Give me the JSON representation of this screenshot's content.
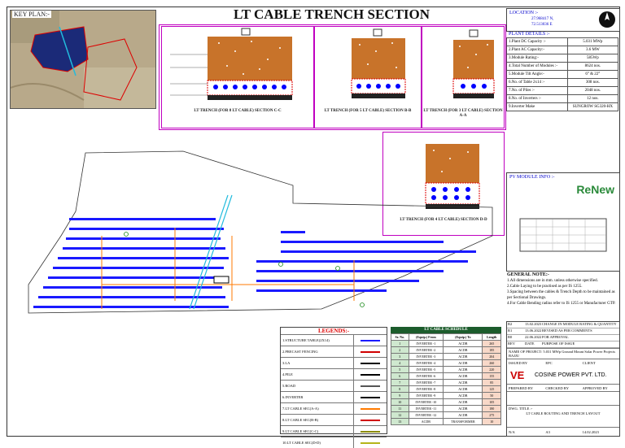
{
  "key_plan": {
    "title": "KEY PLAN:-"
  },
  "title": "LT CABLE TRENCH SECTION",
  "sections": [
    {
      "label": "LT TRENCH (FOR 8 LT CABLE) SECTION C-C"
    },
    {
      "label": "LT TRENCH (FOR 5 LT CABLE) SECTION B-B"
    },
    {
      "label": "LT TRENCH (FOR 3 LT CABLE) SECTION A-A"
    },
    {
      "label": "LT TRENCH (FOR 4 LT CABLE) SECTION D-D"
    }
  ],
  "location": {
    "label": "LOCATION :-",
    "lat": "27.968417 N,",
    "lon": "72.513036 E"
  },
  "plant_details": {
    "title": "PLANT DETAILS :-",
    "rows": [
      {
        "k": "1.Plant DC Capacity :-",
        "v": "5.031 MWp"
      },
      {
        "k": "2.Plant AC Capacity:-",
        "v": "3.6 MW"
      },
      {
        "k": "3.Module Rating:-",
        "v": "585Wp"
      },
      {
        "k": "4.Total Number of Modules :-",
        "v": "8624 nos."
      },
      {
        "k": "5.Module Tilt Angle:-",
        "v": "6° & 22°"
      },
      {
        "k": "6.No. of Table 2x14 :-",
        "v": "308 nos."
      },
      {
        "k": "7.No. of Piles :-",
        "v": "2048 nos."
      },
      {
        "k": "8.No. of Inverters :-",
        "v": "12 nos."
      },
      {
        "k": "9.Inverter Make",
        "v": "SUNGROW SG320-HX"
      }
    ]
  },
  "pv_module": {
    "title": "PV MODULE INFO :-",
    "brand": "ReNew"
  },
  "general_note": {
    "title": "GENERAL NOTE:-",
    "items": [
      "1.All dimensions are in mm. unless otherwise specified.",
      "2.Cable Laying to be practised as per IS 1255.",
      "3.Spacing between the cables & Trench Depth to be maintained as per Sectional Drawings.",
      "4.For Cable Bending radius refer to IS 1255 or Manufacturer GTP."
    ]
  },
  "legends": {
    "title": "LEGENDS:-",
    "items": [
      {
        "label": "1.STRUCTURE TABLE(2X14)",
        "color": "#1a1aff"
      },
      {
        "label": "2.PRECAST FENCING",
        "color": "#d00000"
      },
      {
        "label": "3.LA",
        "color": "#000000"
      },
      {
        "label": "4.PILE",
        "color": "#000000"
      },
      {
        "label": "5.ROAD",
        "color": "#555555"
      },
      {
        "label": "6.INVERTER",
        "color": "#000000"
      },
      {
        "label": "7.LT CABLE SEC(A-A)",
        "color": "#ff7a00"
      },
      {
        "label": "8.LT CABLE SEC(B-B)",
        "color": "#d00000"
      },
      {
        "label": "9.LT CABLE SEC(C-C)",
        "color": "#8b8b00"
      },
      {
        "label": "10.LT CABLE SEC(D-D)",
        "color": "#b5b51a"
      }
    ]
  },
  "cable_schedule": {
    "title": "LT CABLE SCHEDULE",
    "headers": [
      "Sr. No.",
      "(Equip.) From",
      "(Equip.) To",
      "Length"
    ],
    "rows": [
      [
        "1",
        "INVERTER -1",
        "ACDB",
        "265"
      ],
      [
        "2",
        "INVERTER -2",
        "ACDB",
        "185"
      ],
      [
        "3",
        "INVERTER -3",
        "ACDB",
        "204"
      ],
      [
        "4",
        "INVERTER -4",
        "ACDB",
        "260"
      ],
      [
        "5",
        "INVERTER -5",
        "ACDB",
        "220"
      ],
      [
        "6",
        "INVERTER -6",
        "ACDB",
        "155"
      ],
      [
        "7",
        "INVERTER -7",
        "ACDB",
        "85"
      ],
      [
        "8",
        "INVERTER -8",
        "ACDB",
        "125"
      ],
      [
        "9",
        "INVERTER -9",
        "ACDB",
        "50"
      ],
      [
        "10",
        "INVERTER -10",
        "ACDB",
        "105"
      ],
      [
        "11",
        "INVERTER -11",
        "ACDB",
        "180"
      ],
      [
        "12",
        "INVERTER -12",
        "ACDB",
        "275"
      ],
      [
        "13",
        "ACDB",
        "TRANSFORMER",
        "10"
      ]
    ]
  },
  "title_block": {
    "revisions": [
      {
        "rev": "R2",
        "date": "13.02.2023",
        "desc": "CHANGE IN MODULE RATING & QUANTITY"
      },
      {
        "rev": "R1",
        "date": "13.06.2022",
        "desc": "REVISED AS PER COMMENTS"
      },
      {
        "rev": "R0",
        "date": "22.06.2022",
        "desc": "FOR APPROVAL"
      },
      {
        "rev": "REV",
        "date": "DATE",
        "desc": "PURPOSE OF ISSUE"
      }
    ],
    "project": "NAME OF PROJECT: 5.031 MWp Ground Mount Solar Power Projects BAJJU",
    "issued_by": "ISSUED BY",
    "epc": "EPC",
    "client": "CLIENT",
    "company": "COSINE POWER PVT. LTD.",
    "prepared_by": "PREPARED BY",
    "checked_by": "CHECKED BY",
    "approved_by": "APPROVED BY",
    "dwg_title_label": "DWG. TITLE :-",
    "dwg_title": "LT CABLE ROUTING AND TRENCH LAYOUT",
    "sheet": "N/A",
    "size": "A3",
    "date": "14.02.2023"
  }
}
